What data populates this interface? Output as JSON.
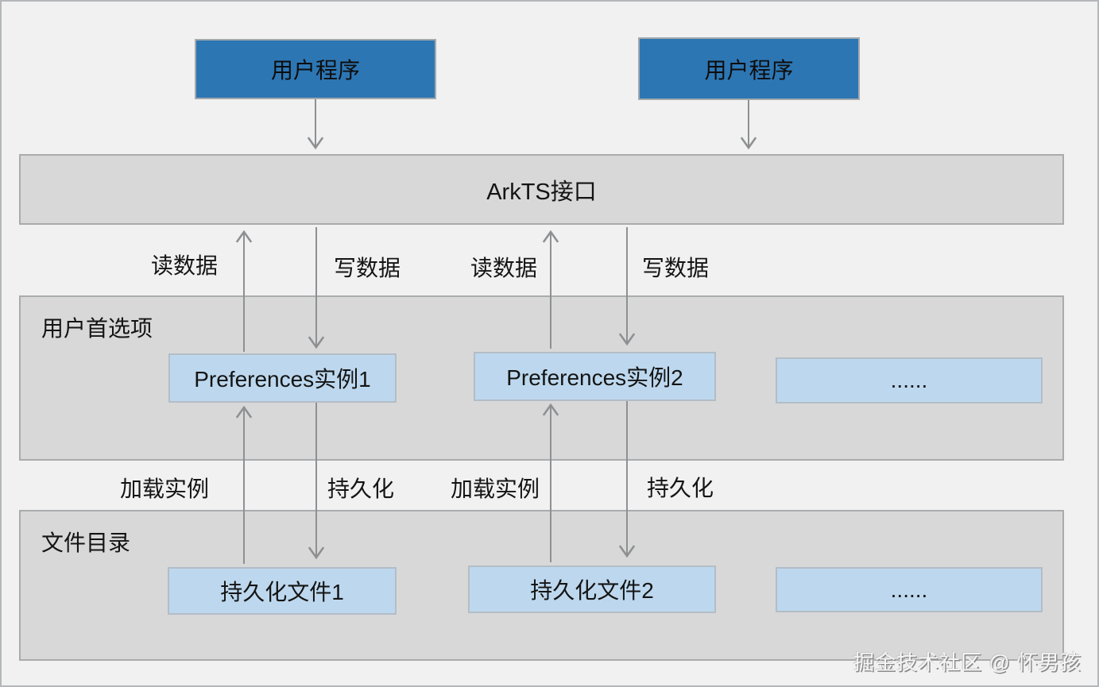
{
  "diagram": {
    "app_boxes": [
      {
        "label": "用户程序"
      },
      {
        "label": "用户程序"
      }
    ],
    "arkts_band": {
      "label": "ArkTS接口"
    },
    "rw_labels": [
      "读数据",
      "写数据",
      "读数据",
      "写数据"
    ],
    "prefs_section": {
      "title": "用户首选项",
      "boxes": [
        {
          "label": "Preferences实例1"
        },
        {
          "label": "Preferences实例2"
        },
        {
          "label": "......"
        }
      ]
    },
    "persist_labels": [
      "加载实例",
      "持久化",
      "加载实例",
      "持久化"
    ],
    "files_section": {
      "title": "文件目录",
      "boxes": [
        {
          "label": "持久化文件1"
        },
        {
          "label": "持久化文件2"
        },
        {
          "label": "......"
        }
      ]
    },
    "watermark": "掘金技术社区 @ 怀男孩",
    "colors": {
      "background": "#f1f1f1",
      "section_fill": "#d8d8d8",
      "section_border": "#a9abad",
      "app_box_fill": "#2d76b4",
      "item_box_fill": "#bdd8ee",
      "item_box_border": "#b3bdc6",
      "arrow": "#8e9092",
      "text": "#141414"
    }
  }
}
